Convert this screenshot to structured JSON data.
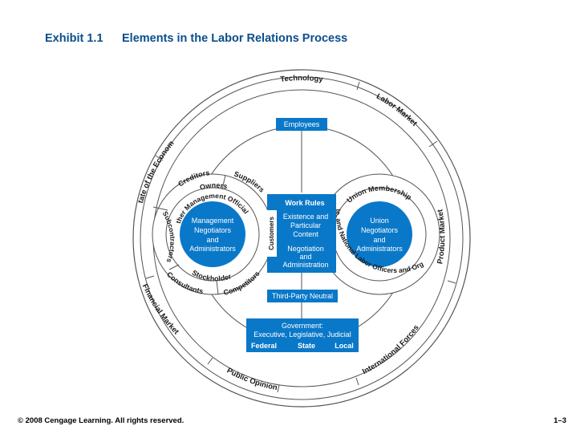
{
  "header": {
    "number": "Exhibit 1.1",
    "title": "Elements in the Labor Relations Process"
  },
  "colors": {
    "primary_blue": "#0a78c8",
    "title_blue": "#0a4f8c",
    "line": "#555555"
  },
  "outer_ring": {
    "technology": "Technology",
    "labor_market": "Labor Market",
    "product_market": "Product Market",
    "international_forces": "International Forces",
    "public_opinion": "Public Opinion",
    "financial_market": "Financial Market",
    "state_of_economy": "State of the Economy"
  },
  "center": {
    "employees": "Employees",
    "work_rules": "Work Rules",
    "existence_line1": "Existence and",
    "existence_line2": "Particular",
    "existence_line3": "Content",
    "negotiation_line1": "Negotiation",
    "negotiation_line2": "and",
    "negotiation_line3": "Administration",
    "customers": "Customers",
    "third_party": "Third-Party Neutral",
    "gov_line1": "Government:",
    "gov_line2": "Executive, Legislative, Judicial",
    "federal": "Federal",
    "state": "State",
    "local": "Local"
  },
  "management": {
    "creditors": "Creditors",
    "suppliers": "Suppliers",
    "owners": "Owners",
    "other_officials": "Other Management Officials",
    "subcontractors": "Subcontractors",
    "consultants": "Consultants",
    "stockholders": "Stockholders",
    "competitors": "Competitors",
    "core_line1": "Management",
    "core_line2": "Negotiators",
    "core_line3": "and",
    "core_line4": "Administrators"
  },
  "union": {
    "membership": "Union Membership",
    "officers": "Local, State, and National Labor Officers and Organizations",
    "core_line1": "Union",
    "core_line2": "Negotiators",
    "core_line3": "and",
    "core_line4": "Administrators"
  },
  "footer": {
    "copyright": "© 2008 Cengage Learning. All rights reserved.",
    "page": "1–3"
  }
}
